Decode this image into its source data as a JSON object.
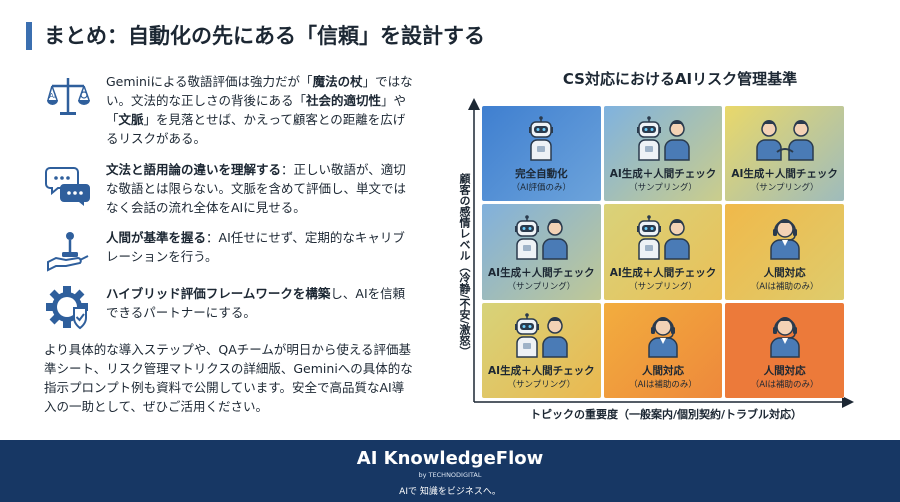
{
  "title": "まとめ：自動化の先にある「信頼」を設計する",
  "points": [
    {
      "icon": "scales-ai-icon",
      "segments": [
        {
          "t": "Geminiによる敬語評価は強力だが「",
          "b": false
        },
        {
          "t": "魔法の杖",
          "b": true
        },
        {
          "t": "」ではない。文法的な正しさの背後にある「",
          "b": false
        },
        {
          "t": "社会的適切性",
          "b": true
        },
        {
          "t": "」や「",
          "b": false
        },
        {
          "t": "文脈",
          "b": true
        },
        {
          "t": "」を見落とせば、かえって顧客との距離を広げるリスクがある。",
          "b": false
        }
      ]
    },
    {
      "icon": "chat-bubbles-icon",
      "segments": [
        {
          "t": "文法と語用論の違いを理解する",
          "b": true
        },
        {
          "t": "：正しい敬語が、適切な敬語とは限らない。文脈を含めて評価し、単文ではなく会話の流れ全体をAIに見せる。",
          "b": false
        }
      ]
    },
    {
      "icon": "hand-joystick-icon",
      "segments": [
        {
          "t": "人間が基準を握る",
          "b": true
        },
        {
          "t": "：AI任せにせず、定期的なキャリブレーションを行う。",
          "b": false
        }
      ]
    },
    {
      "icon": "gear-shield-icon",
      "segments": [
        {
          "t": "ハイブリッド評価フレームワークを構築",
          "b": true
        },
        {
          "t": "し、AIを信頼できるパートナーにする。",
          "b": false
        }
      ]
    }
  ],
  "summary": "より具体的な導入ステップや、QAチームが明日から使える評価基準シート、リスク管理マトリクスの詳細版、Geminiへの具体的な指示プロンプト例も資料で公開しています。安全で高品質なAI導入の一助として、ぜひご活用ください。",
  "matrix": {
    "title": "CS対応におけるAIリスク管理基準",
    "y_label": "顧客の感情レベル（冷静/不安/激怒）",
    "x_label": "トピックの重要度（一般案内/個別契約/トラブル対応）",
    "cells": [
      {
        "main": "完全自動化",
        "sub": "（AI評価のみ）",
        "icon": "robot-icon",
        "color": "#3f7fd0"
      },
      {
        "main": "AI生成＋人間チェック",
        "sub": "（サンプリング）",
        "icon": "robot-human-icon",
        "color": "#7fb2df"
      },
      {
        "main": "AI生成＋人間チェック",
        "sub": "（サンプリング）",
        "icon": "handshake-icon",
        "color": "#e9d86a"
      },
      {
        "main": "AI生成＋人間チェック",
        "sub": "（サンプリング）",
        "icon": "robot-human-icon",
        "color": "#80b0dd"
      },
      {
        "main": "AI生成＋人間チェック",
        "sub": "（サンプリング）",
        "icon": "robot-human-icon",
        "color": "#d9d27a"
      },
      {
        "main": "人間対応",
        "sub": "（AIは補助のみ）",
        "icon": "headset-agent-icon",
        "color": "#f0b94a"
      },
      {
        "main": "AI生成＋人間チェック",
        "sub": "（サンプリング）",
        "icon": "robot-human-icon",
        "color": "#d7d37a"
      },
      {
        "main": "人間対応",
        "sub": "（AIは補助のみ）",
        "icon": "headset-agent-icon",
        "color": "#f2ad3e"
      },
      {
        "main": "人間対応",
        "sub": "（AIは補助のみ）",
        "icon": "headset-agent-icon",
        "color": "#ec7a3a"
      }
    ]
  },
  "footer": {
    "brand": "AI KnowledgeFlow",
    "by": "by TECHNODIGITAL",
    "tagline": "AIで 知識をビジネスへ。"
  }
}
